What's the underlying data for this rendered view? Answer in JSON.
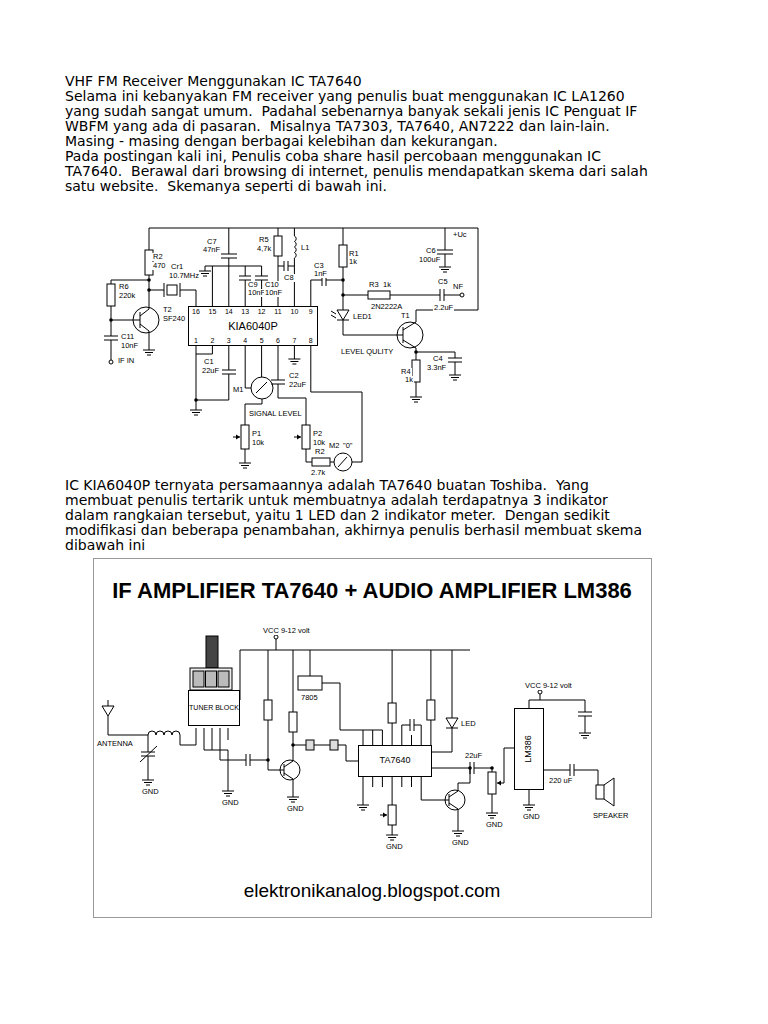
{
  "diagram": {
    "title": "VHF FM Receiver Menggunakan IC TA7640",
    "nodes": [
      {
        "text": [
          "KIA6040P"
        ]
      },
      {
        "text": [
          "TUNER BLOCK"
        ]
      },
      {
        "text": [
          "TA7640"
        ]
      },
      {
        "text": [
          "LM386"
        ]
      }
    ],
    "labels": [
      "Selama ini kebanyakan FM receiver yang penulis buat menggunakan IC LA1260 yang sudah sangat umum.  Padahal sebenarnya banyak sekali jenis IC Penguat IF WBFM yang ada di pasaran.  Misalnya TA7303, TA7640, AN7222 dan lain-lain. Masing - masing dengan berbagai kelebihan dan kekurangan.",
      "Pada postingan kali ini, Penulis coba share hasil percobaan menggunakan IC TA7640.  Berawal dari browsing di internet, penulis mendapatkan skema dari salah satu website.  Skemanya seperti di bawah ini.",
      "C7",
      "47nF",
      "R5",
      "4,7k",
      "C8",
      "L1",
      "R2",
      "470",
      "Cr1",
      "10.7MHz",
      "R6",
      "220k",
      "T2",
      "SF240",
      "C11",
      "10nF",
      "IF IN",
      "C9",
      "10nF",
      "C10",
      "10nF",
      "R1",
      "1k",
      "C3",
      "1nF",
      "+Uc",
      "C6",
      "100uF",
      "R3",
      "1k",
      "C5",
      "2.2uF",
      "NF",
      "T1",
      "2N2222A",
      "LED1",
      "LEVEL QULITY",
      "C4",
      "3.3nF",
      "R4",
      "1k",
      "C1",
      "22uF",
      "M1",
      "C2",
      "22uF",
      "SIGNAL LEVEL",
      "P1",
      "10k",
      "P2",
      "10k",
      "R2",
      "2.7k",
      "M2",
      "\"0\"",
      "16",
      "15",
      "14",
      "13",
      "12",
      "11",
      "10",
      "9",
      "1",
      "2",
      "3",
      "4",
      "5",
      "6",
      "7",
      "8",
      "IC KIA6040P ternyata persamaannya adalah TA7640 buatan Toshiba.  Yang membuat penulis tertarik untuk membuatnya adalah terdapatnya 3 indikator dalam rangkaian tersebut, yaitu 1 LED dan 2 indikator meter.  Dengan sedikit modifikasi dan beberapa penambahan, akhirnya penulis berhasil membuat skema dibawah ini",
      "IF AMPLIFIER TA7640 + AUDIO AMPLIFIER LM386",
      "VCC 9-12 volt",
      "ANTENNA",
      "7805",
      "LED",
      "22uF",
      "VCC 9-12 volt",
      "220 uF",
      "SPEAKER",
      "GND",
      "GND",
      "GND",
      "GND",
      "GND",
      "GND",
      "GND",
      "elektronikanalog.blogspot.com"
    ]
  }
}
